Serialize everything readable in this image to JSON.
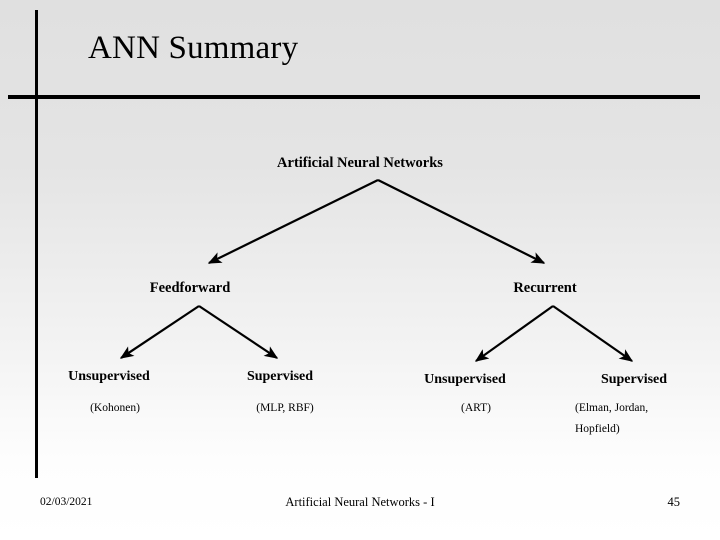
{
  "slide": {
    "title": "ANN Summary",
    "background_top_color": "#e0e0e0",
    "background_bottom_color": "#ffffff",
    "rule_color": "#000000",
    "text_color": "#000000"
  },
  "diagram": {
    "root": {
      "label": "Artificial Neural Networks"
    },
    "branches": [
      {
        "label": "Feedforward",
        "children": [
          {
            "label": "Unsupervised",
            "examples": "(Kohonen)"
          },
          {
            "label": "Supervised",
            "examples": "(MLP, RBF)"
          }
        ]
      },
      {
        "label": "Recurrent",
        "children": [
          {
            "label": "Unsupervised",
            "examples": "(ART)"
          },
          {
            "label": "Supervised",
            "examples_line1": "(Elman, Jordan,",
            "examples_line2": "Hopfield)"
          }
        ]
      }
    ]
  },
  "footer": {
    "date": "02/03/2021",
    "center": "Artificial Neural Networks - I",
    "page": "45"
  }
}
